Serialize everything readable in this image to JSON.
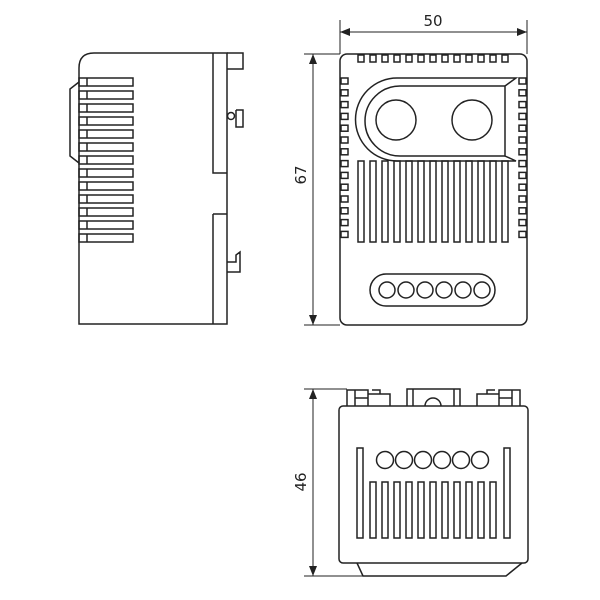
{
  "drawing": {
    "dimensions": {
      "width": "50",
      "height": "67",
      "depth": "46"
    },
    "line_color": "#222222",
    "front_knob_count": 2,
    "led_count": 6
  }
}
